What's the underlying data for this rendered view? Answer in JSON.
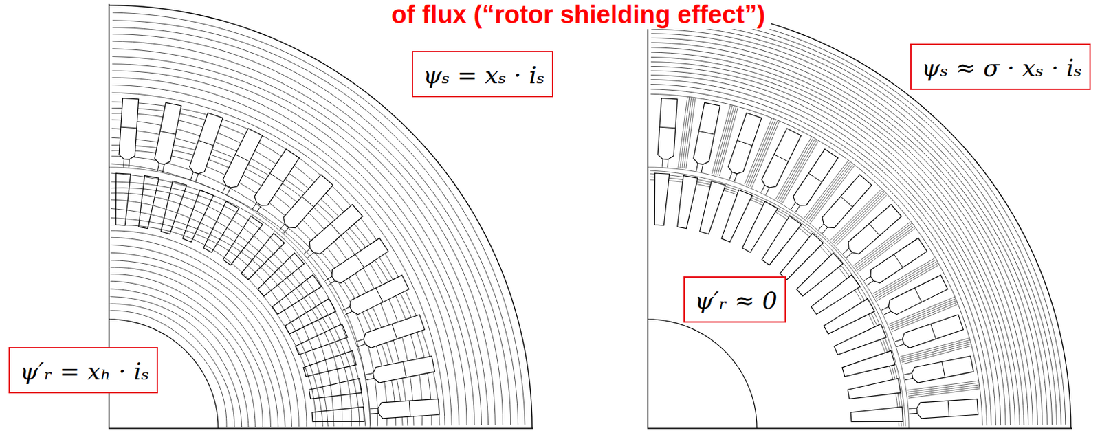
{
  "diagram": {
    "title": "of flux (“rotor shielding effect”)",
    "nodes": [
      {
        "text": [
          "ψₛ = xₛ · iₛ"
        ]
      },
      {
        "text": [
          "ψ′ᵣ = xₕ · iₛ"
        ]
      },
      {
        "text": [
          "ψₛ ≈ σ · xₛ · iₛ"
        ]
      },
      {
        "text": [
          "ψ′ᵣ ≈ 0"
        ]
      }
    ]
  }
}
